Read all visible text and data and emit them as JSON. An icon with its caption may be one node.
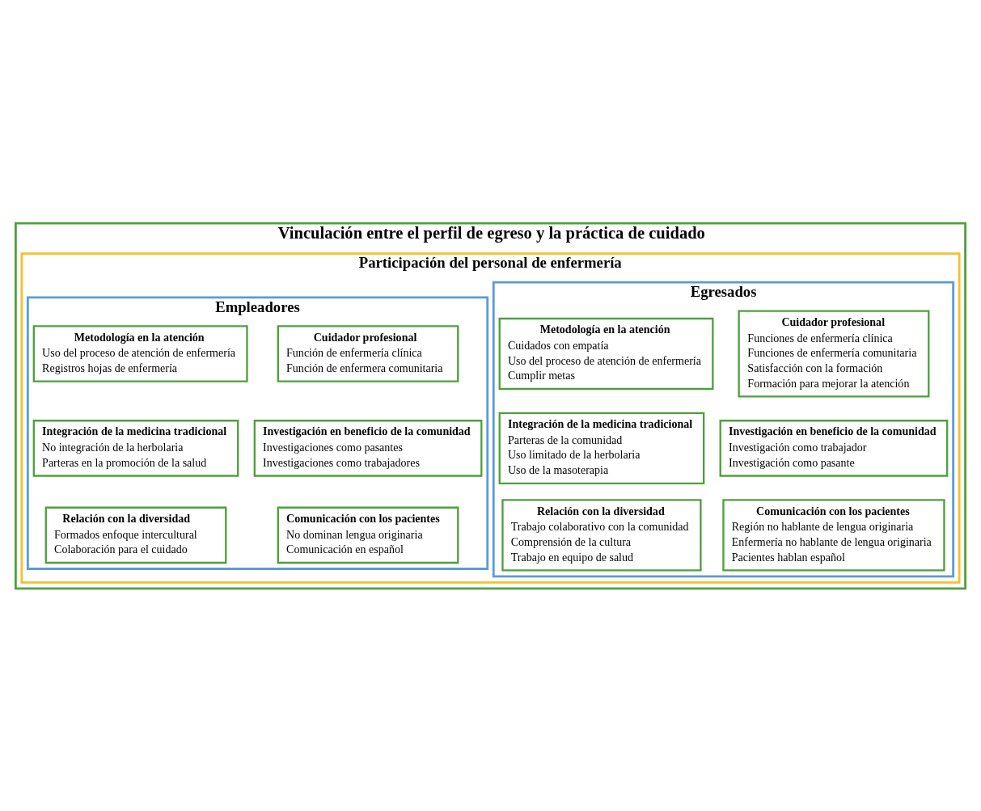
{
  "diagram": {
    "nodes": [
      {
        "text": [
          "Vinculación entre el perfil de egreso y la práctica de cuidado"
        ]
      },
      {
        "text": [
          "Participación del personal de enfermería"
        ],
        "in": 0
      },
      {
        "text": [
          "Egresados"
        ],
        "in": 1
      },
      {
        "text": [
          "Cuidador profesional",
          "Funciones de enfermería clínica",
          "Funciones de enfermería comunitaria",
          "Satisfacción con la formación",
          "Formación para mejorar la atención"
        ],
        "in": 2
      },
      {
        "text": [
          "Metodología en la atención",
          "Cuidados con empatía",
          "Uso del proceso de atención de enfermería",
          "Cumplir metas"
        ],
        "in": 2
      },
      {
        "text": [
          "Investigación en beneficio de la comunidad",
          "Investigación como trabajador",
          "Investigación como pasante"
        ],
        "in": 2
      },
      {
        "text": [
          "Integración de la medicina tradicional",
          "Parteras de la comunidad",
          "Uso limitado de la herbolaria",
          "Uso de la masoterapia"
        ],
        "in": 2
      },
      {
        "text": [
          "Comunicación con los pacientes",
          "Región no hablante de lengua originaria",
          "Enfermería no hablante de lengua originaria",
          "Pacientes hablan español"
        ],
        "in": 2
      },
      {
        "text": [
          "Relación con la diversidad",
          "Trabajo colaborativo con la comunidad",
          "Comprensión de la cultura",
          "Trabajo en equipo de salud"
        ],
        "in": 2
      },
      {
        "text": [
          "Empleadores"
        ],
        "in": 1
      },
      {
        "text": [
          "Cuidador profesional",
          "Función de enfermería clínica",
          "Función de enfermera comunitaria"
        ],
        "in": 9
      },
      {
        "text": [
          "Metodología en la atención",
          "Uso del proceso de atención de enfermería",
          "Registros hojas de enfermería"
        ],
        "in": 9
      },
      {
        "text": [
          "Investigación en beneficio de la comunidad",
          "Investigaciones como pasantes",
          "Investigaciones como trabajadores"
        ],
        "in": 9
      },
      {
        "text": [
          "Integración de la medicina tradicional",
          "No integración de la herbolaria",
          "Parteras en la promoción de la salud"
        ],
        "in": 9
      },
      {
        "text": [
          "Comunicación con los pacientes",
          "No dominan lengua originaria",
          "Comunicación en español"
        ],
        "in": 9
      },
      {
        "text": [
          "Relación con la diversidad",
          "Formados enfoque intercultural",
          "Colaboración para el cuidado"
        ],
        "in": 9
      }
    ]
  }
}
